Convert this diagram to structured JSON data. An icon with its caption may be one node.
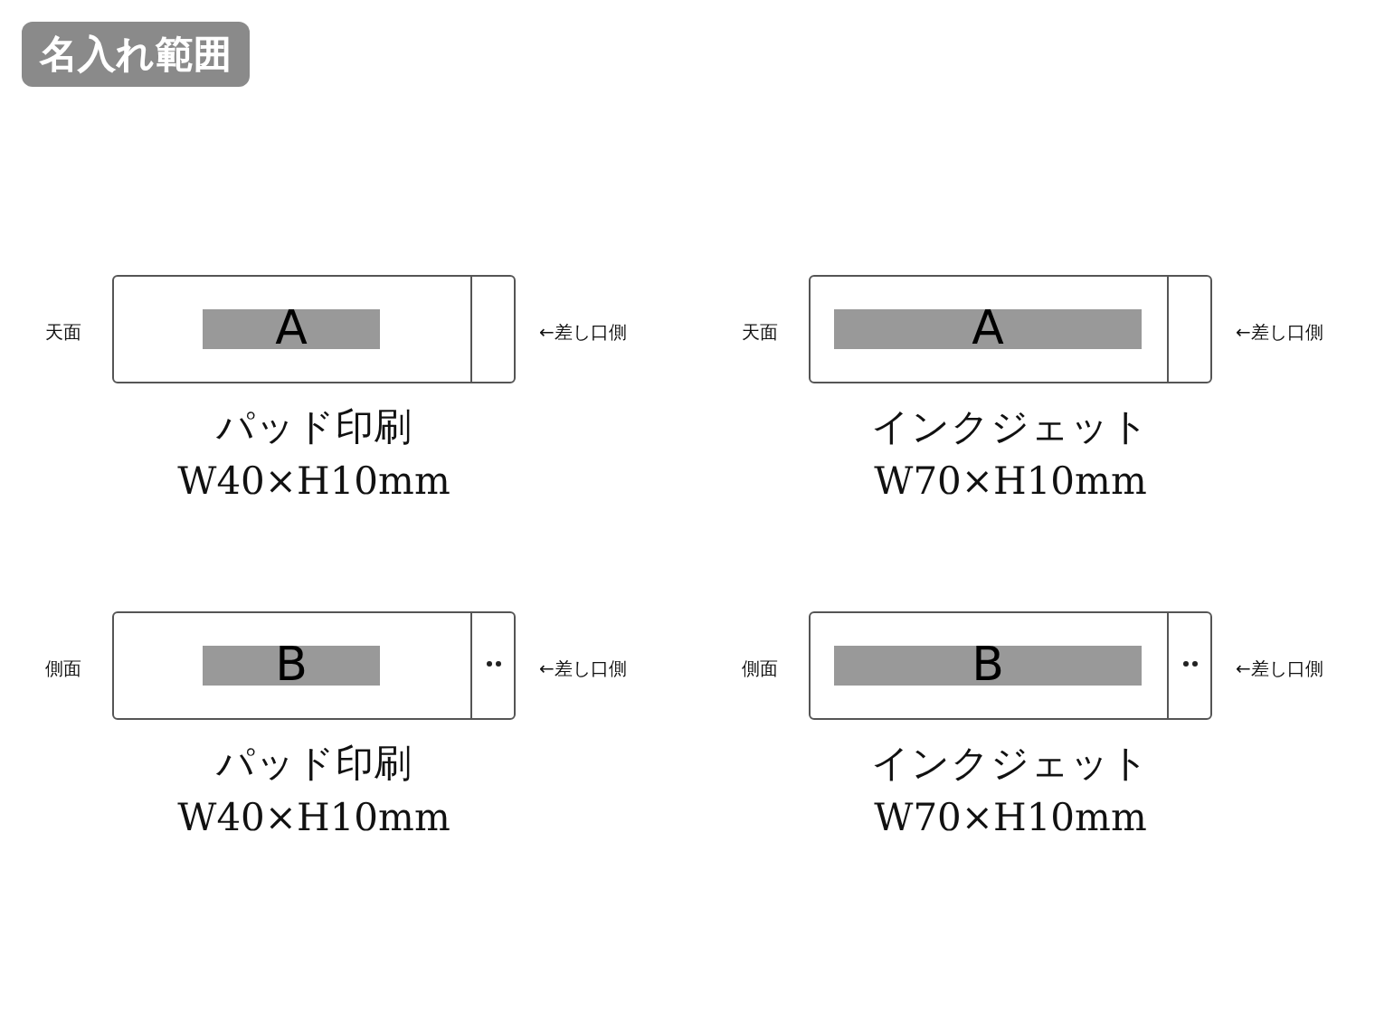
{
  "diagram": {
    "title": "名入れ範囲",
    "nodes": [
      {
        "text": [],
        "shape": "box",
        "beside": [
          "パッド印刷",
          "W40×H10mm"
        ]
      },
      {
        "text": [
          "A"
        ],
        "in": 0
      },
      {
        "text": [],
        "shape": "box",
        "in": 0
      },
      {
        "text": [],
        "shape": "box",
        "beside": [
          "インクジェット",
          "W70×H10mm"
        ]
      },
      {
        "text": [
          "A"
        ],
        "in": 3
      },
      {
        "text": [],
        "shape": "box",
        "in": 3
      },
      {
        "text": [],
        "shape": "box",
        "beside": [
          "パッド印刷",
          "W40×H10mm"
        ]
      },
      {
        "text": [
          "B"
        ],
        "in": 6
      },
      {
        "text": [],
        "shape": "box",
        "in": 6
      },
      {
        "text": [],
        "shape": "box",
        "beside": [
          "インクジェット",
          "W70×H10mm"
        ]
      },
      {
        "text": [
          "B"
        ],
        "in": 9
      },
      {
        "text": [],
        "shape": "box",
        "in": 9
      }
    ],
    "edges": [],
    "labels": [
      "天面",
      "←差し口側",
      "天面",
      "←差し口側",
      "側面",
      "←差し口側",
      "側面",
      "←差し口側"
    ]
  }
}
